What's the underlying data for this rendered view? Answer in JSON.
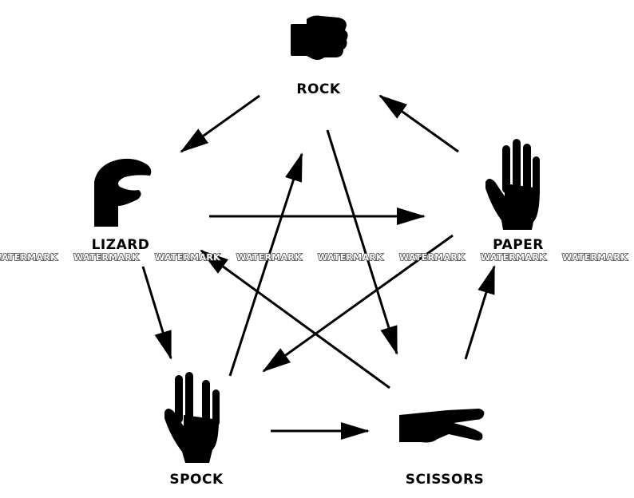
{
  "nodes": {
    "rock": {
      "label": "ROCK",
      "icon": "fist-icon"
    },
    "paper": {
      "label": "PAPER",
      "icon": "open-hand-icon"
    },
    "scissors": {
      "label": "SCISSORS",
      "icon": "scissors-hand-icon"
    },
    "lizard": {
      "label": "LIZARD",
      "icon": "lizard-hand-icon"
    },
    "spock": {
      "label": "SPOCK",
      "icon": "vulcan-salute-icon"
    }
  },
  "edges": [
    {
      "from": "rock",
      "to": "lizard"
    },
    {
      "from": "rock",
      "to": "scissors"
    },
    {
      "from": "paper",
      "to": "rock"
    },
    {
      "from": "paper",
      "to": "spock"
    },
    {
      "from": "scissors",
      "to": "paper"
    },
    {
      "from": "scissors",
      "to": "lizard"
    },
    {
      "from": "lizard",
      "to": "paper"
    },
    {
      "from": "lizard",
      "to": "spock"
    },
    {
      "from": "spock",
      "to": "rock"
    },
    {
      "from": "spock",
      "to": "scissors"
    }
  ],
  "watermark": {
    "text": "WATERMARK"
  },
  "colors": {
    "ink": "#000000",
    "background": "#ffffff"
  }
}
